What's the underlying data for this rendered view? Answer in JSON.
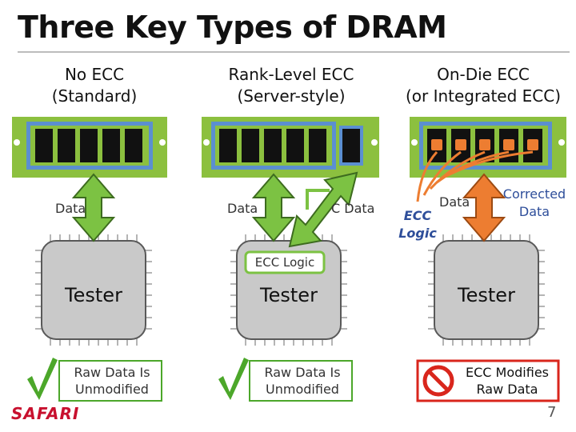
{
  "title": "Three Key Types of DRAM",
  "columns": [
    {
      "heading_line1": "No ECC",
      "heading_line2": "(Standard)",
      "data_label": "Data",
      "tester_label": "Tester",
      "status_line1": "Raw Data Is",
      "status_line2": "Unmodified"
    },
    {
      "heading_line1": "Rank-Level ECC",
      "heading_line2": "(Server-style)",
      "data_label": "Data",
      "ecc_data_label": "C Data",
      "ecc_logic_label": "ECC Logic",
      "tester_label": "Tester",
      "status_line1": "Raw Data Is",
      "status_line2": "Unmodified"
    },
    {
      "heading_line1": "On-Die ECC",
      "heading_line2": "(or Integrated ECC)",
      "data_label": "Data",
      "ecc_logic_line1": "ECC",
      "ecc_logic_line2": "Logic",
      "corrected_line1": "Corrected",
      "corrected_line2": "Data",
      "tester_label": "Tester",
      "status_line1": "ECC Modifies",
      "status_line2": "Raw Data"
    }
  ],
  "footer": {
    "logo_text": "SAFARI",
    "page_number": "7"
  },
  "colors": {
    "pcb_green": "#8cc03f",
    "chip_border_blue": "#5b8fd0",
    "dram_chip": "#111111",
    "arrow_green": "#7cc243",
    "arrow_orange": "#ed7d31",
    "tester_fill": "#c9c9c9",
    "ok_green": "#4ca72a",
    "error_red": "#d9261c"
  },
  "icons": [
    "check-icon",
    "check-icon",
    "prohibited-icon"
  ]
}
